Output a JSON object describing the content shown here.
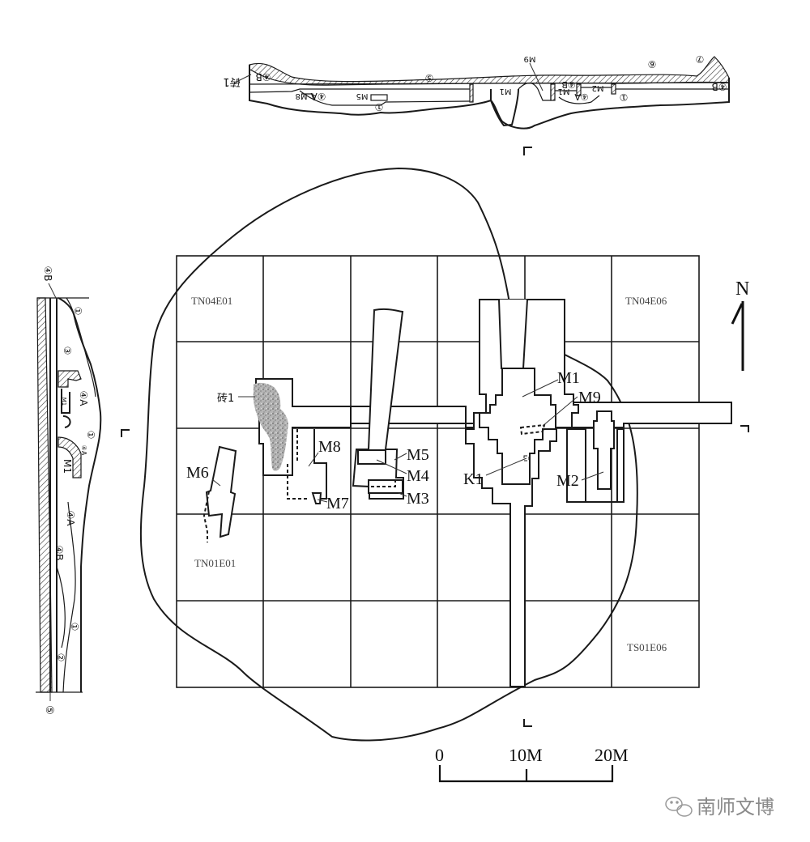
{
  "figure": {
    "north_label": "N",
    "grid_squares": {
      "top_left": "TN04E01",
      "top_right": "TN04E06",
      "bottom_left_marked": "TN01E01",
      "bottom_right": "TS01E06"
    },
    "features": {
      "M1": "M1",
      "M2": "M2",
      "M3": "M3",
      "M4": "M4",
      "M5": "M5",
      "M6": "M6",
      "M7": "M7",
      "M8": "M8",
      "M9": "M9",
      "K1": "K1",
      "brick1": "砖1"
    },
    "scale_bar": {
      "ticks": [
        "0",
        "10M",
        "20M"
      ],
      "unit": "M"
    },
    "top_profile_labels": {
      "brick1": "砖1",
      "layer_4B_left": "④B",
      "layer_5": "⑤",
      "M8": "M8",
      "layer_4A": "④A",
      "M5": "M5",
      "layer_1_left": "①",
      "M9": "M9",
      "M1_a": "M1",
      "M1_b": "M1",
      "layer_4B_mid": "④B",
      "layer_4A_mid": "④A",
      "M2": "M2",
      "layer_1_right": "①",
      "layer_6": "⑥",
      "layer_7": "⑦",
      "layer_4B_right": "④B"
    },
    "left_profile_labels": {
      "layer_4B_top": "④B",
      "layer_1_top": "①",
      "layer_3": "③",
      "layer_4A": "④A",
      "M1_small": "M1",
      "layer_1_mid": "①",
      "layer_4A_small": "④A",
      "M1": "M1",
      "layer_4A_low": "④A",
      "layer_4B": "④B",
      "layer_1_low": "①",
      "layer_2": "②",
      "layer_5": "⑤"
    },
    "watermark": "南师文博"
  }
}
